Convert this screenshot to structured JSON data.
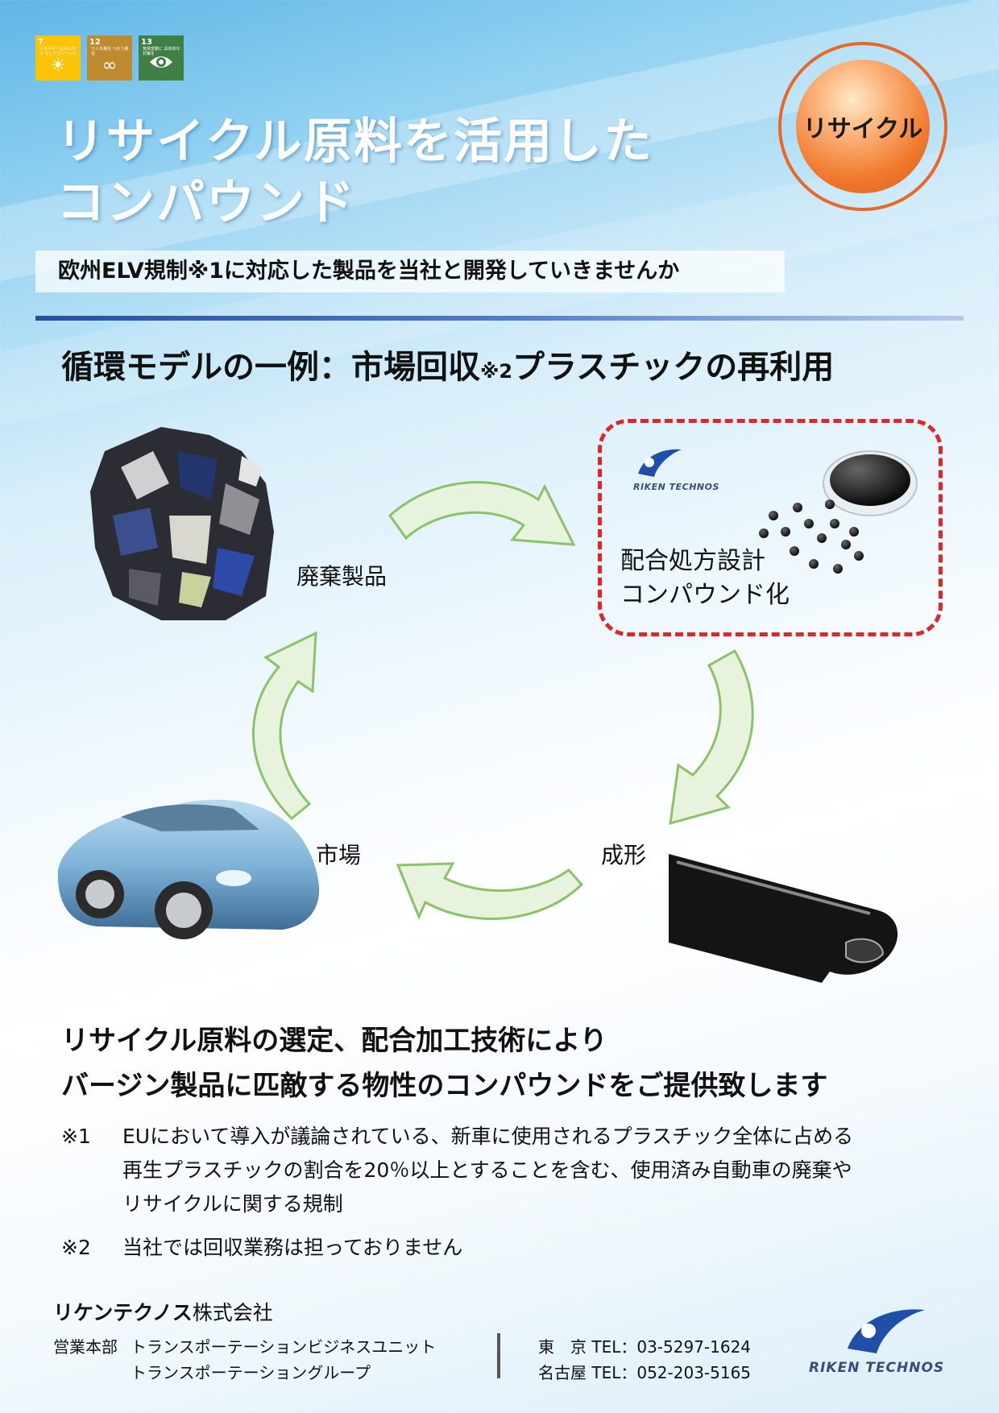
{
  "sdg": [
    {
      "num": "7",
      "sub": "エネルギーをみんなに そしてクリーンに",
      "icon": "sun-icon",
      "color": "#fcc30b"
    },
    {
      "num": "12",
      "sub": "つくる責任 つかう責任",
      "icon": "infinity-icon",
      "color": "#bf8b2e"
    },
    {
      "num": "13",
      "sub": "気候変動に 具体的な対策を",
      "icon": "earth-eye-icon",
      "color": "#3f7e44"
    }
  ],
  "title": {
    "line1": "リサイクル原料を活用した",
    "line2": "コンパウンド"
  },
  "badge": "リサイクル",
  "subtitle": "欧州ELV規制※1に対応した製品を当社と開発していきませんか",
  "model_heading": {
    "main": "循環モデルの一例：市場回収",
    "note": "※2",
    "rest": "プラスチックの再利用"
  },
  "cycle": {
    "waste": "廃棄製品",
    "design_line1": "配合処方設計",
    "design_line2": "コンパウンド化",
    "molding": "成形",
    "market": "市場",
    "logo_text": "RIKEN TECHNOS"
  },
  "lead": {
    "line1": "リサイクル原料の選定、配合加工技術により",
    "line2": "バージン製品に匹敵する物性のコンパウンドをご提供致します"
  },
  "notes": [
    {
      "mark": "※1",
      "lines": [
        "EUにおいて導入が議論されている、新車に使用されるプラスチック全体に占める",
        "再生プラスチックの割合を20％以上とすることを含む、使用済み自動車の廃棄や",
        "リサイクルに関する規制"
      ]
    },
    {
      "mark": "※2",
      "lines": [
        "当社では回収業務は担っておりません"
      ]
    }
  ],
  "footer": {
    "company_name": "リケンテクノス",
    "company_suffix": "株式会社",
    "dept_label": "営業本部",
    "dept_line1": "トランスポーテーションビジネスユニット",
    "dept_line2": "トランスポーテーショングループ",
    "tel1": "東　京 TEL：03-5297-1624",
    "tel2": "名古屋 TEL：052-203-5165",
    "logo_text": "RIKEN TECHNOS"
  },
  "colors": {
    "accent_orange": "#f07a2e",
    "dashed_red": "#e0262a",
    "arrow_green": "#8cc26a",
    "rule_blue": "#2a4f9a"
  }
}
